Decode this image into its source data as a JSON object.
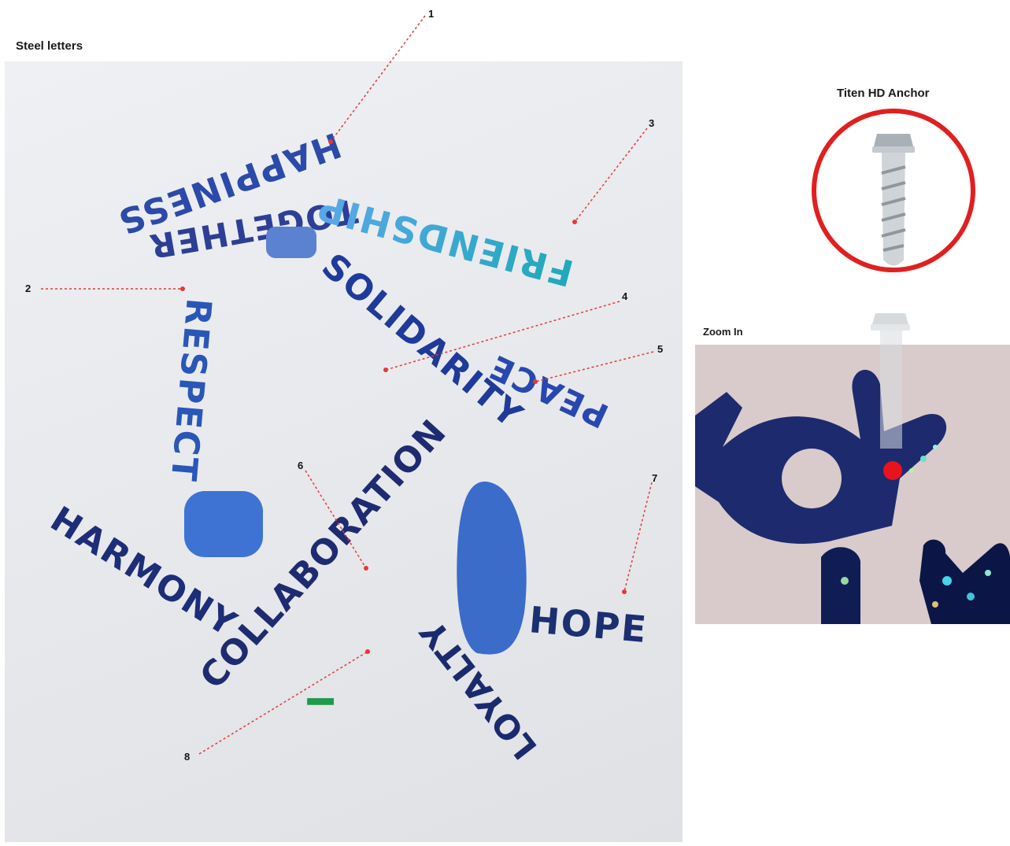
{
  "titles": {
    "steel_letters": "Steel letters",
    "titen_anchor": "Titen HD Anchor",
    "zoom_in": "Zoom In"
  },
  "callouts": [
    "1",
    "2",
    "3",
    "4",
    "5",
    "6",
    "7",
    "8"
  ],
  "words": {
    "happiness": "HAPPINESS",
    "respect": "RESPECT",
    "together": "TOGETHER",
    "friendship": "FRIENDSHIP",
    "solidarity": "SOLIDARITY",
    "peace": "PEACE",
    "harmony": "HARMONY",
    "collaboration": "COLLABORATION",
    "hope": "HOPE",
    "loyalty": "LOYALTY",
    "i": "I"
  },
  "colors": {
    "callout_line": "#e53935",
    "anchor_circle": "#e02020",
    "letter_dark": "#1e2f7a",
    "letter_mid": "#2c4fb0",
    "letter_light": "#3ba7d6",
    "pad_blue": "#3d6fcf"
  }
}
